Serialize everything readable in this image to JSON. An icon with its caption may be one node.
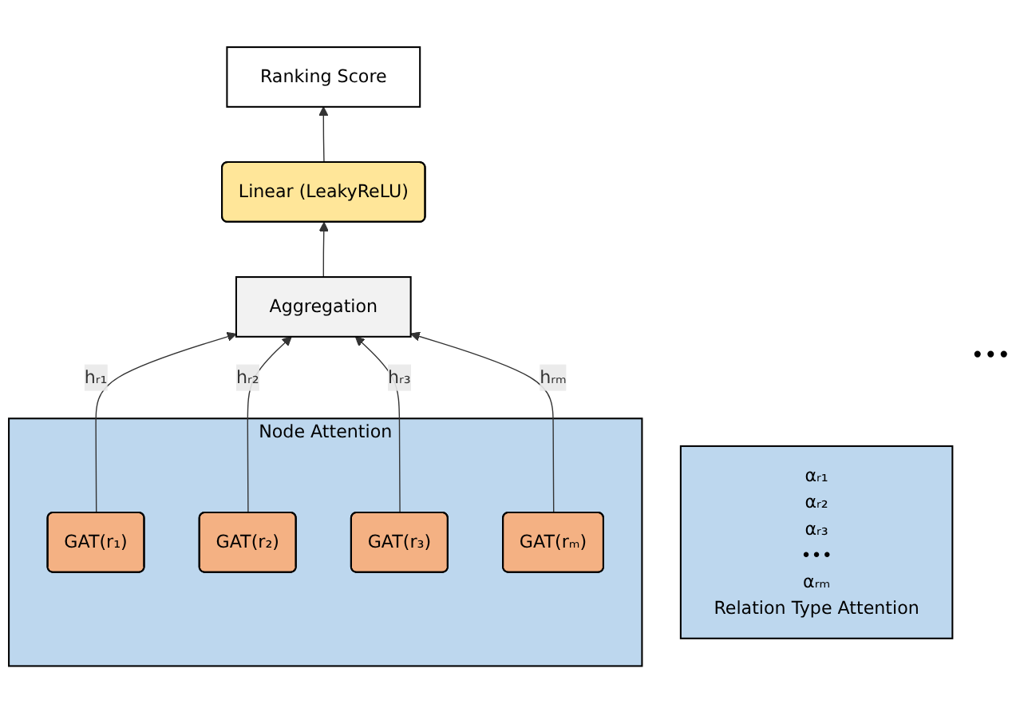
{
  "diagram": {
    "nodes": [
      {
        "text": [
          "Ranking Score"
        ]
      },
      {
        "text": [
          "Linear (LeakyReLU)"
        ]
      },
      {
        "text": [
          "Aggregation"
        ]
      },
      {
        "text": [
          "αᵣ₁",
          "αᵣ₂",
          "αᵣ₃",
          "•••",
          "αᵣₘ",
          "Relation Type Attention"
        ]
      },
      {
        "text": [
          "Node Attention"
        ]
      },
      {
        "text": [
          "GAT(r₁)"
        ],
        "in": 4
      },
      {
        "text": [
          "GAT(r₂)"
        ],
        "in": 4
      },
      {
        "text": [
          "GAT(r₃)"
        ],
        "in": 4
      },
      {
        "text": [
          "GAT(rₘ)"
        ],
        "in": 4
      }
    ],
    "edges": [
      {
        "from": 1,
        "to": 0,
        "arrow": "to"
      },
      {
        "from": 2,
        "to": 1,
        "arrow": "to"
      },
      {
        "from": 5,
        "to": 2,
        "arrow": "to",
        "label": "hᵣ₁"
      },
      {
        "from": 6,
        "to": 2,
        "arrow": "to",
        "label": "hᵣ₂"
      },
      {
        "from": 7,
        "to": 2,
        "arrow": "to",
        "label": "hᵣ₃"
      },
      {
        "from": 8,
        "to": 2,
        "arrow": "to",
        "label": "hᵣₘ"
      }
    ],
    "labels": [
      "•••"
    ]
  }
}
